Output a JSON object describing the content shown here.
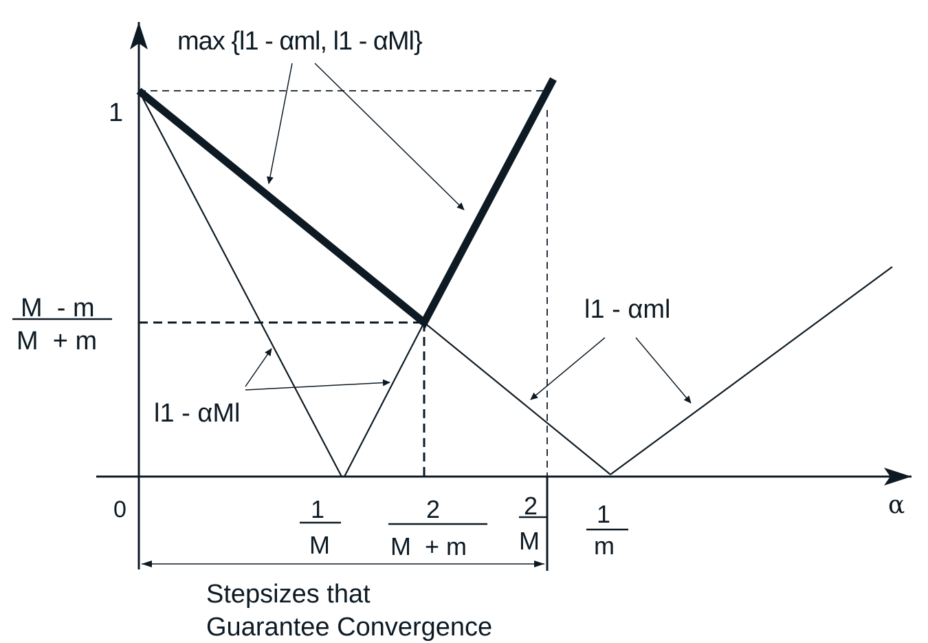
{
  "axes": {
    "x_label": "α",
    "origin_label": "0",
    "y_tick_one": "1",
    "y_tick_ratio": {
      "numerator": "M  - m",
      "denominator": "M  + m"
    }
  },
  "x_ticks": [
    {
      "id": "one_over_M",
      "numerator": "1",
      "denominator": "M"
    },
    {
      "id": "two_over_M_plus_m",
      "numerator": "2",
      "denominator": "M  + m"
    },
    {
      "id": "two_over_M",
      "numerator": "2",
      "denominator": "M"
    },
    {
      "id": "one_over_m",
      "numerator": "1",
      "denominator": "m"
    }
  ],
  "annotations": {
    "max_label": "max {l1 - αml, l1 - αMl}",
    "abs_m_label": "l1 - αml",
    "abs_M_label": "l1 - αMl"
  },
  "range_caption": {
    "line1": "Stepsizes that",
    "line2": "Guarantee Convergence"
  }
}
